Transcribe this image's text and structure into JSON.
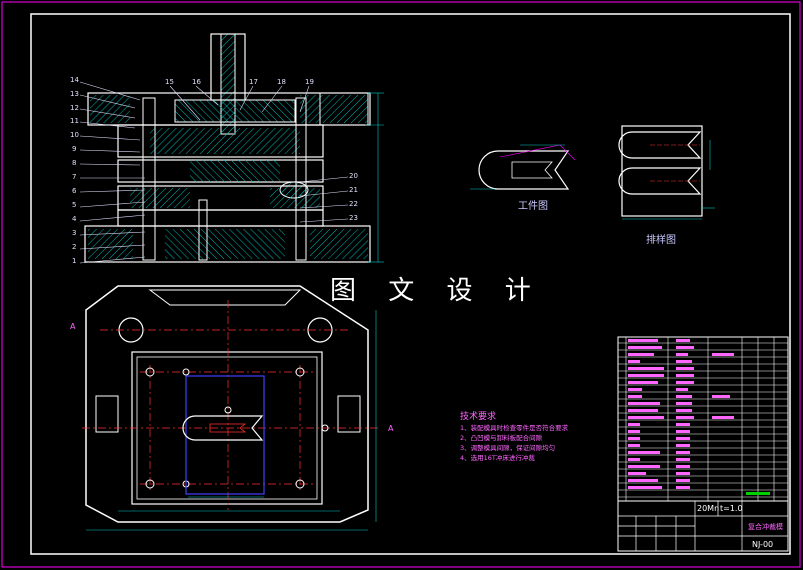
{
  "watermark": "图 文 设 计",
  "part_numbers_left": [
    "14",
    "13",
    "12",
    "11",
    "10",
    "9",
    "8",
    "7",
    "6",
    "5",
    "4",
    "3",
    "2",
    "1"
  ],
  "part_numbers_top": [
    "15",
    "16",
    "17",
    "18",
    "19"
  ],
  "part_numbers_right": [
    "20",
    "21",
    "22",
    "23"
  ],
  "captions": {
    "workpiece": "工件图",
    "layout": "排样图"
  },
  "section_marks": {
    "left": "A",
    "right": "A"
  },
  "technical_requirements": {
    "title": "技术要求",
    "items": [
      "1、装配模具时检查零件是否符合要求",
      "2、凸凹模与卸料板配合间隙",
      "3、调整模具间隙，保证间隙均匀",
      "4、选用16T冲床进行冲裁"
    ]
  },
  "title_block": {
    "material": "20Mn",
    "thickness": "t=1.0",
    "name": "复合冲裁模",
    "code": "NJ-00"
  },
  "colors": {
    "outline": "#ffffff",
    "frame": "#ff00ff",
    "hatch": "#00b4b4",
    "center": "#ff3030",
    "dim": "#00c8c8",
    "blue": "#4040ff",
    "green": "#00d000"
  }
}
